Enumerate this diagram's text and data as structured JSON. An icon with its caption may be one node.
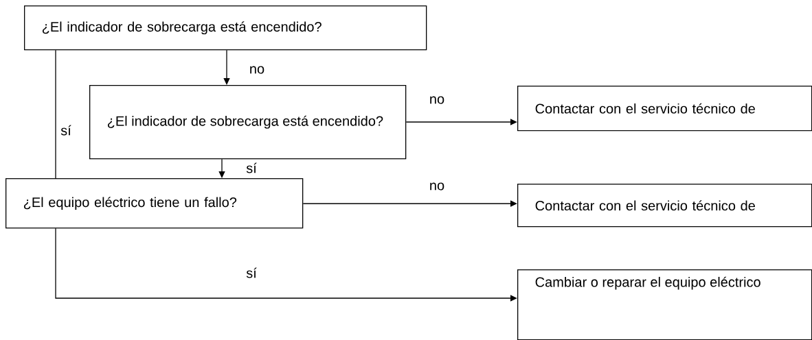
{
  "diagram": {
    "nodes": [
      {
        "text": [
          "¿El indicador de sobrecarga está encendido?"
        ]
      },
      {
        "text": [
          "¿El indicador de sobrecarga está encendido?"
        ]
      },
      {
        "text": [
          "Contactar con el servicio técnico de"
        ]
      },
      {
        "text": [
          "¿El equipo eléctrico tiene un fallo?"
        ]
      },
      {
        "text": [
          "Contactar con el servicio técnico de"
        ]
      },
      {
        "text": [
          "Cambiar o reparar el equipo eléctrico"
        ]
      }
    ],
    "edges": [
      {
        "from": 0,
        "to": 1,
        "arrow": "to",
        "label": "no"
      },
      {
        "from": 0,
        "to": 3,
        "arrow": "none",
        "label": "sí"
      },
      {
        "from": 1,
        "to": 2,
        "arrow": "to",
        "label": "no"
      },
      {
        "from": 1,
        "to": 3,
        "arrow": "to",
        "label": "sí"
      },
      {
        "from": 3,
        "to": 4,
        "arrow": "to",
        "label": "no"
      },
      {
        "from": 3,
        "to": 5,
        "arrow": "to",
        "label": "sí"
      }
    ]
  }
}
